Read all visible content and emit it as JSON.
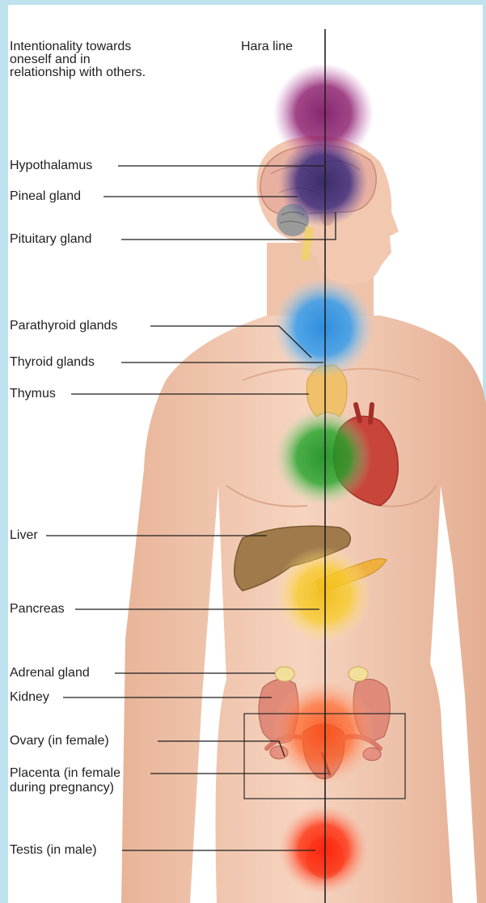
{
  "caption": {
    "lines": [
      "Intentionality towards",
      "oneself and in",
      "relationship with others."
    ]
  },
  "hara_line_label": "Hara line",
  "labels": {
    "hypothalamus": "Hypothalamus",
    "pineal": "Pineal gland",
    "pituitary": "Pituitary gland",
    "parathyroid": "Parathyroid glands",
    "thyroid": "Thyroid glands",
    "thymus": "Thymus",
    "liver": "Liver",
    "pancreas": "Pancreas",
    "adrenal": "Adrenal gland",
    "kidney": "Kidney",
    "ovary": "Ovary (in female)",
    "placenta_1": "Placenta (in female",
    "placenta_2": "during pregnancy)",
    "testis": "Testis (in male)"
  },
  "chakra_colors": {
    "crown": "#8b1a6b",
    "third_eye": "#2a1f7a",
    "throat": "#1e8fe6",
    "heart": "#22a52a",
    "solar_plexus": "#f5c518",
    "sacral": "#ff5a1a",
    "root": "#ff2a10"
  },
  "colors": {
    "frame": "#bfe3ee",
    "skin": "#f2c8b0",
    "leader_line": "#1f1f1f"
  }
}
